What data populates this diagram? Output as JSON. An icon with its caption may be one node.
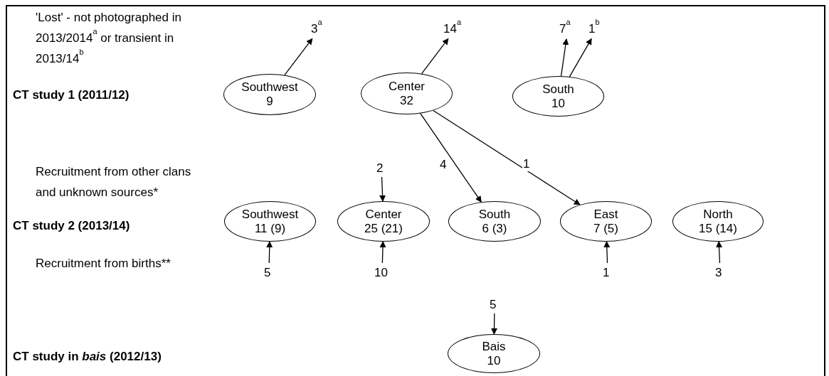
{
  "diagram": {
    "nodes": [
      {
        "text": [
          "Southwest",
          "9"
        ]
      },
      {
        "text": [
          "Center",
          "32"
        ]
      },
      {
        "text": [
          "South",
          "10"
        ]
      },
      {
        "text": [
          "3$^{a}$"
        ]
      },
      {
        "text": [
          "14$^{a}$"
        ]
      },
      {
        "text": [
          "7$^{a}$"
        ]
      },
      {
        "text": [
          "1$^{b}$"
        ]
      },
      {
        "text": [
          "Southwest",
          "11 (9)"
        ]
      },
      {
        "text": [
          "Center",
          "25 (21)"
        ]
      },
      {
        "text": [
          "South",
          "6 (3)"
        ]
      },
      {
        "text": [
          "East",
          "7 (5)"
        ]
      },
      {
        "text": [
          "North",
          "15 (14)"
        ]
      },
      {
        "text": [
          "2"
        ]
      },
      {
        "text": [
          "5"
        ]
      },
      {
        "text": [
          "10"
        ]
      },
      {
        "text": [
          "1"
        ]
      },
      {
        "text": [
          "3"
        ]
      },
      {
        "text": [
          "5"
        ]
      },
      {
        "text": [
          "Bais",
          "10"
        ]
      }
    ],
    "edges": [
      {
        "from": 0,
        "to": 3,
        "arrow": "to"
      },
      {
        "from": 1,
        "to": 4,
        "arrow": "to"
      },
      {
        "from": 2,
        "to": 5,
        "arrow": "to"
      },
      {
        "from": 2,
        "to": 6,
        "arrow": "to"
      },
      {
        "from": 1,
        "to": 9,
        "arrow": "to",
        "label": "4"
      },
      {
        "from": 1,
        "to": 10,
        "arrow": "to",
        "label": "1"
      },
      {
        "from": 12,
        "to": 8,
        "arrow": "to"
      },
      {
        "from": 13,
        "to": 7,
        "arrow": "to"
      },
      {
        "from": 14,
        "to": 8,
        "arrow": "to"
      },
      {
        "from": 15,
        "to": 10,
        "arrow": "to"
      },
      {
        "from": 16,
        "to": 11,
        "arrow": "to"
      },
      {
        "from": 17,
        "to": 18,
        "arrow": "to"
      }
    ],
    "labels": [
      "'Lost' - not photographed in 2013/2014$^{a}$ or transient in 2013/14$^{b}$",
      "CT study 1 (2011/12)",
      "Recruitment from other clans and unknown sources*",
      "CT study 2 (2013/14)",
      "Recruitment from births**",
      "CT study in *bais* (2012/13)"
    ]
  }
}
